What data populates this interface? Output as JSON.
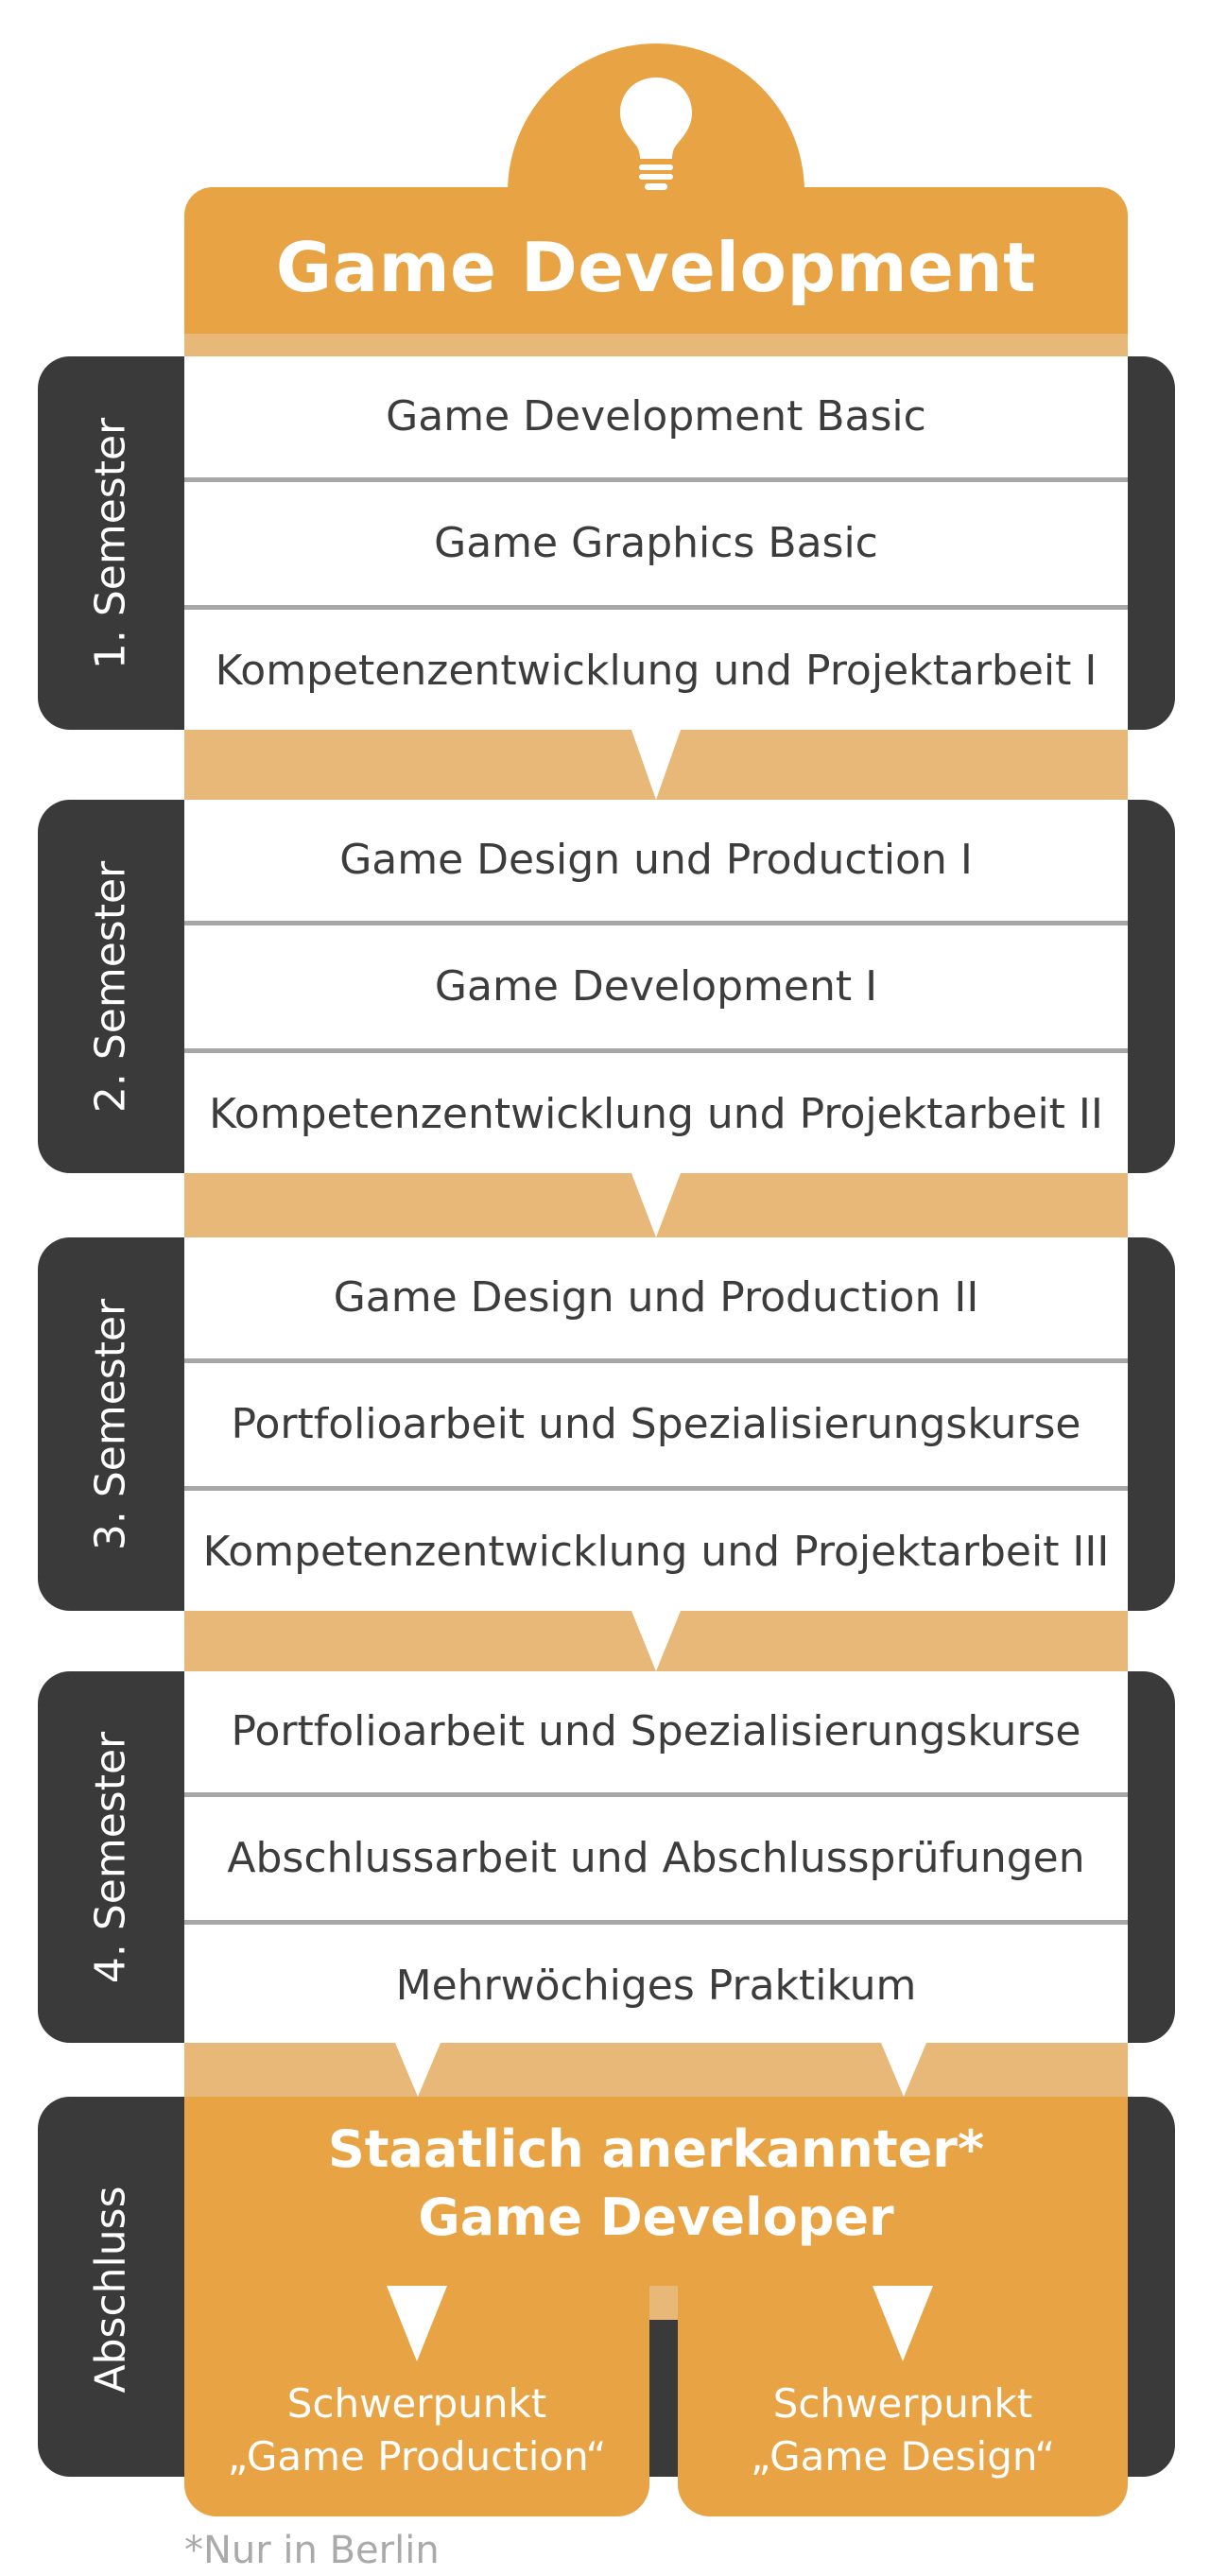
{
  "header": {
    "title": "Game Development"
  },
  "semesters": [
    {
      "label": "1. Semester",
      "courses": [
        "Game Development Basic",
        "Game Graphics Basic",
        "Kompetenzentwicklung und Projektarbeit I"
      ]
    },
    {
      "label": "2. Semester",
      "courses": [
        "Game Design und Production I",
        "Game Development I",
        "Kompetenzentwicklung und Projektarbeit II"
      ]
    },
    {
      "label": "3. Semester",
      "courses": [
        "Game Design und Production II",
        "Portfolioarbeit und Spezialisierungskurse",
        "Kompetenzentwicklung und Projektarbeit III"
      ]
    },
    {
      "label": "4. Semester",
      "courses": [
        "Portfolioarbeit und Spezialisierungskurse",
        "Abschlussarbeit und Abschlussprüfungen",
        "Mehrwöchiges Praktikum"
      ]
    }
  ],
  "abschluss": {
    "label": "Abschluss",
    "title_line1": "Staatlich anerkannter*",
    "title_line2": "Game Developer",
    "focus": [
      {
        "line1": "Schwerpunkt",
        "line2": "„Game Production“"
      },
      {
        "line1": "Schwerpunkt",
        "line2": "„Game Design“"
      }
    ]
  },
  "footnote": "*Nur in Berlin",
  "colors": {
    "orange": "#e8a444",
    "orange_light": "#e8b878",
    "dark": "#3a3a3a",
    "divider": "#a7a7a7",
    "text": "#3c3c3c"
  },
  "icons": [
    "lightbulb-icon"
  ]
}
